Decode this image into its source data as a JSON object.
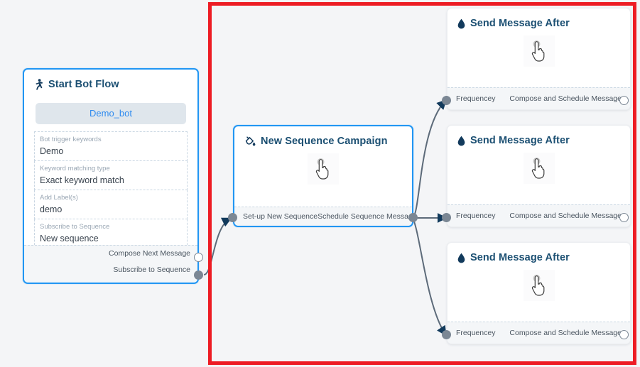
{
  "canvas": {
    "background_color": "#f4f5f7",
    "highlight_color": "#ed1c24"
  },
  "nodes": {
    "start_bot_flow": {
      "title": "Start Bot Flow",
      "icon": "running-person-icon",
      "bot_pill": "Demo_bot",
      "fields": [
        {
          "label": "Bot trigger keywords",
          "value": "Demo"
        },
        {
          "label": "Keyword matching type",
          "value": "Exact keyword match"
        },
        {
          "label": "Add Label(s)",
          "value": "demo"
        },
        {
          "label": "Subscribe to Sequence",
          "value": "New sequence"
        }
      ],
      "ports": [
        {
          "label": "Compose Next Message",
          "state": "hollow"
        },
        {
          "label": "Subscribe to Sequence",
          "state": "filled"
        }
      ]
    },
    "new_sequence_campaign": {
      "title": "New Sequence Campaign",
      "icon": "paint-pour-icon",
      "body_icon": "pointing-hand-cursor-icon",
      "ports": [
        {
          "label": "Set-up New Sequence",
          "state": "filled"
        },
        {
          "label": "Schedule Sequence Message",
          "state": "filled"
        }
      ]
    },
    "send_message_after": {
      "title": "Send Message After",
      "icon": "water-droplet-icon",
      "body_icon": "pointing-hand-cursor-icon",
      "ports": [
        {
          "label": "Frequencey",
          "state": "filled"
        },
        {
          "label": "Compose and Schedule Message",
          "state": "hollow"
        }
      ]
    }
  },
  "cards": [
    {
      "id": "send-message-after-1",
      "title": "Send Message After",
      "in_port": "Frequencey",
      "out_port": "Compose and Schedule Message"
    },
    {
      "id": "send-message-after-2",
      "title": "Send Message After",
      "in_port": "Frequencey",
      "out_port": "Compose and Schedule Message"
    },
    {
      "id": "send-message-after-3",
      "title": "Send Message After",
      "in_port": "Frequencey",
      "out_port": "Compose and Schedule Message"
    }
  ]
}
